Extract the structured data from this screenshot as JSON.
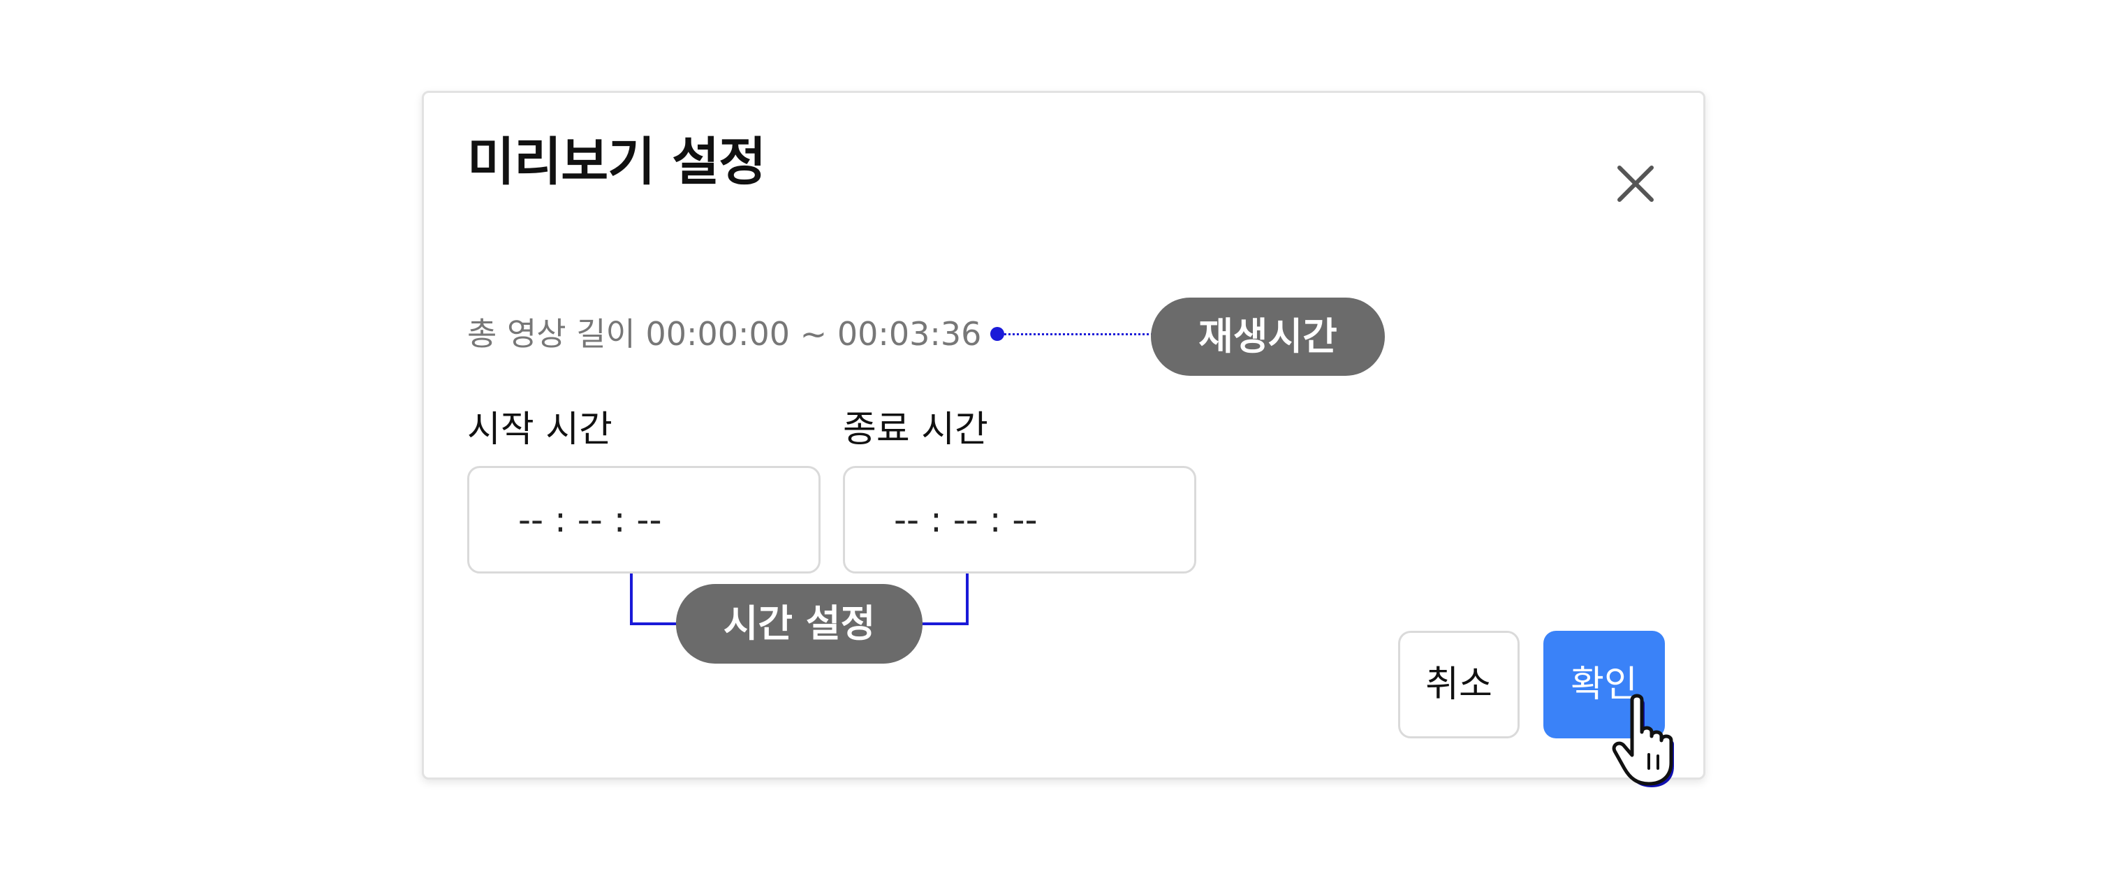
{
  "dialog": {
    "title": "미리보기 설정",
    "close_icon": "close-icon",
    "duration_text": "총 영상 길이 00:00:00 ~ 00:03:36",
    "fields": {
      "start_label": "시작 시간",
      "start_placeholder": "-- : -- : --",
      "end_label": "종료 시간",
      "end_placeholder": "-- : -- : --"
    },
    "buttons": {
      "cancel_label": "취소",
      "confirm_label": "확인"
    }
  },
  "annotations": {
    "playtime_tag": "재생시간",
    "timeset_tag": "시간 설정"
  },
  "colors": {
    "accent": "#3a82f8",
    "annotation_line": "#1a1ad8",
    "tag_background": "#6b6b6b",
    "border": "#dadada"
  },
  "icons": {
    "pointer": "hand-pointer-cursor-icon"
  }
}
